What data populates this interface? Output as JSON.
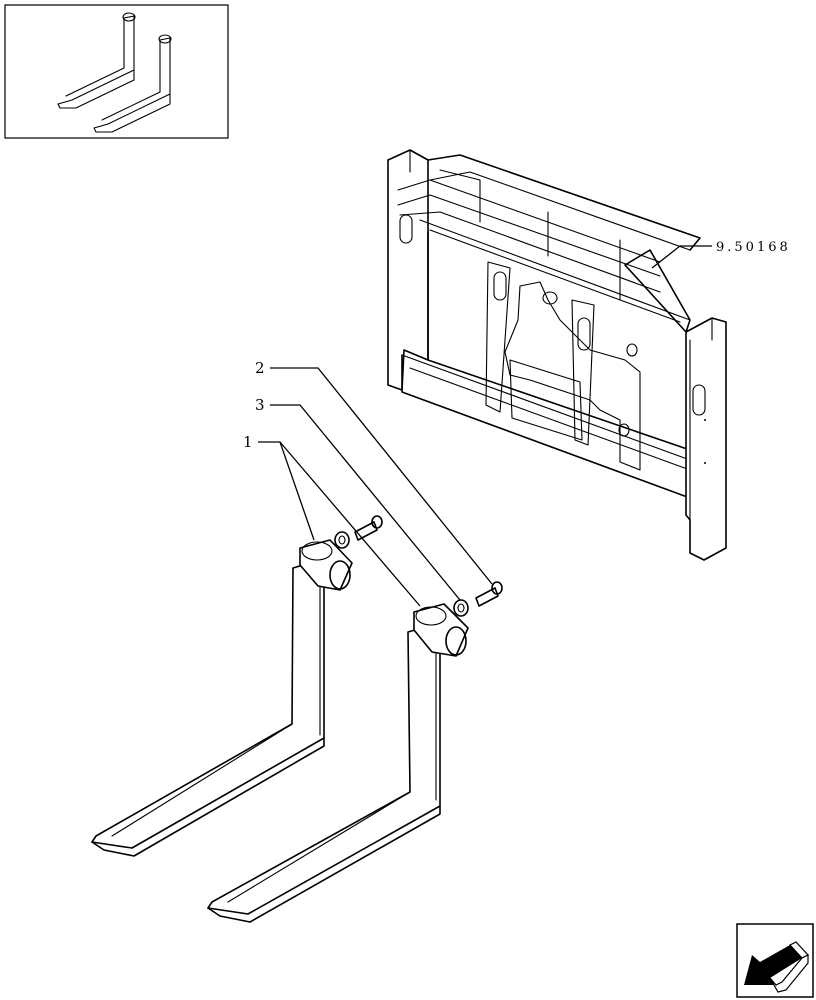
{
  "diagram": {
    "callouts": {
      "item_1": "1",
      "item_2": "2",
      "item_3": "3",
      "reference": "9.50168"
    },
    "icons": {
      "thumbnail": "forks-thumbnail-icon",
      "navigation": "previous-page-arrow-icon"
    }
  }
}
